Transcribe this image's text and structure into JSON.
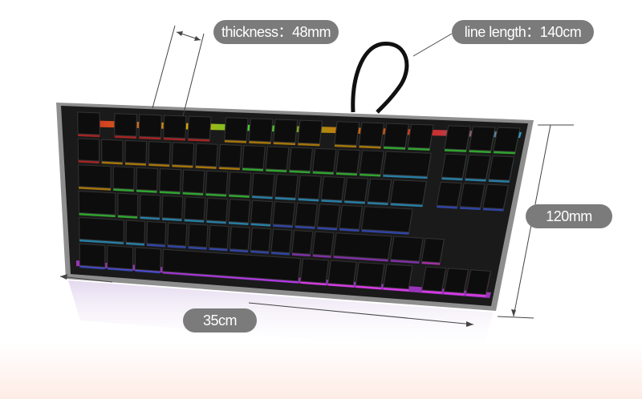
{
  "labels": {
    "thickness": "thickness：48mm",
    "line_length": "line length：140cm",
    "height": "120mm",
    "width": "35cm"
  },
  "colors": {
    "pill": "#7b7b7b",
    "body": "#1a1a1a",
    "frame": "#9a9a9a",
    "glow": [
      "#ff2a2a",
      "#ffb000",
      "#40ff40",
      "#30c0ff",
      "#4060ff",
      "#c040ff",
      "#ff40ff"
    ]
  }
}
